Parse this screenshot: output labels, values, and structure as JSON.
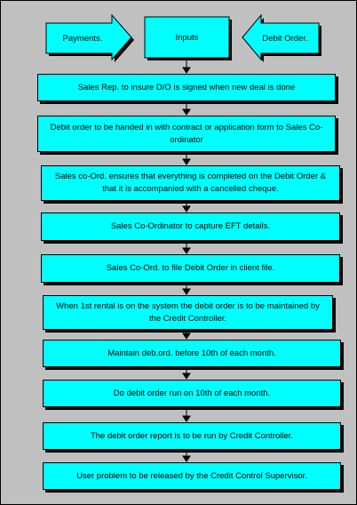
{
  "header": {
    "left_label": "Payments.",
    "center_label": "Inputs",
    "right_label": "Debit Order."
  },
  "steps": [
    "Sales Rep. to insure D/O is signed when new deal is done",
    "Debit order to be handed in with contract or application form to Sales Co-ordinator",
    "Sales co-Ord. ensures that everything is completed on the Debit Order & that it is accompanied with a cancelled cheque.",
    "Sales Co-Ordinator to capture EFT details.",
    "Sales Co-Ord. to file Debit Order in client file.",
    "When 1st rental is on the system the debit order is to be maintained by the Credit Controller.",
    "Maintain deb.ord. before 10th of each month.",
    "Do debit order run on 10th of each month.",
    "The debit order report is to be run by Credit Controller.",
    "User problem to be released by the Credit Control Supervisor."
  ]
}
